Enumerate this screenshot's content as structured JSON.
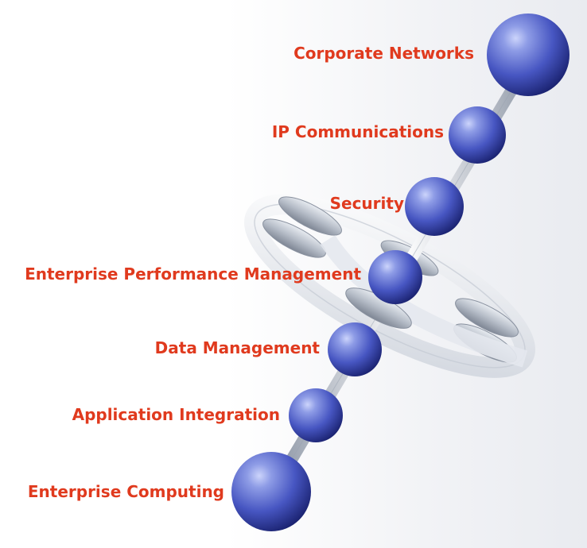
{
  "colors": {
    "label": "#e03a1e",
    "sphere_light": "#aab6ee",
    "sphere_mid": "#4a5ac4",
    "sphere_dark": "#1a2270",
    "ring": "#d6dbe3",
    "disc": "#b9c0ca"
  },
  "layers": [
    {
      "id": "corporate-networks",
      "label": "Corporate Networks"
    },
    {
      "id": "ip-communications",
      "label": "IP Communications"
    },
    {
      "id": "security",
      "label": "Security"
    },
    {
      "id": "enterprise-performance-management",
      "label": "Enterprise Performance Management"
    },
    {
      "id": "data-management",
      "label": "Data Management"
    },
    {
      "id": "application-integration",
      "label": "Application Integration"
    },
    {
      "id": "enterprise-computing",
      "label": "Enterprise Computing"
    }
  ]
}
